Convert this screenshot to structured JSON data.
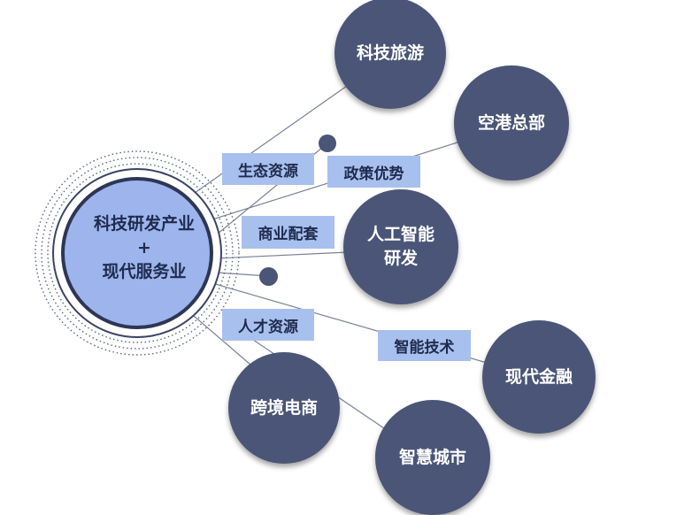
{
  "center": {
    "line1": "科技研发产业",
    "line2": "+",
    "line3": "现代服务业"
  },
  "nodes": {
    "tech_tourism": "科技旅游",
    "airport_hq": "空港总部",
    "ai_rd_line1": "人工智能",
    "ai_rd_line2": "研发",
    "modern_finance": "现代金融",
    "cross_border_ecommerce": "跨境电商",
    "smart_city": "智慧城市"
  },
  "tags": {
    "eco_resources": "生态资源",
    "policy_advantage": "政策优势",
    "commercial_support": "商业配套",
    "talent_resources": "人才资源",
    "smart_tech": "智能技术"
  },
  "colors": {
    "node_fill": "#4a5577",
    "hub_fill": "#9db5ec",
    "tag_fill": "#a8c0ee",
    "line": "#7a8296"
  }
}
